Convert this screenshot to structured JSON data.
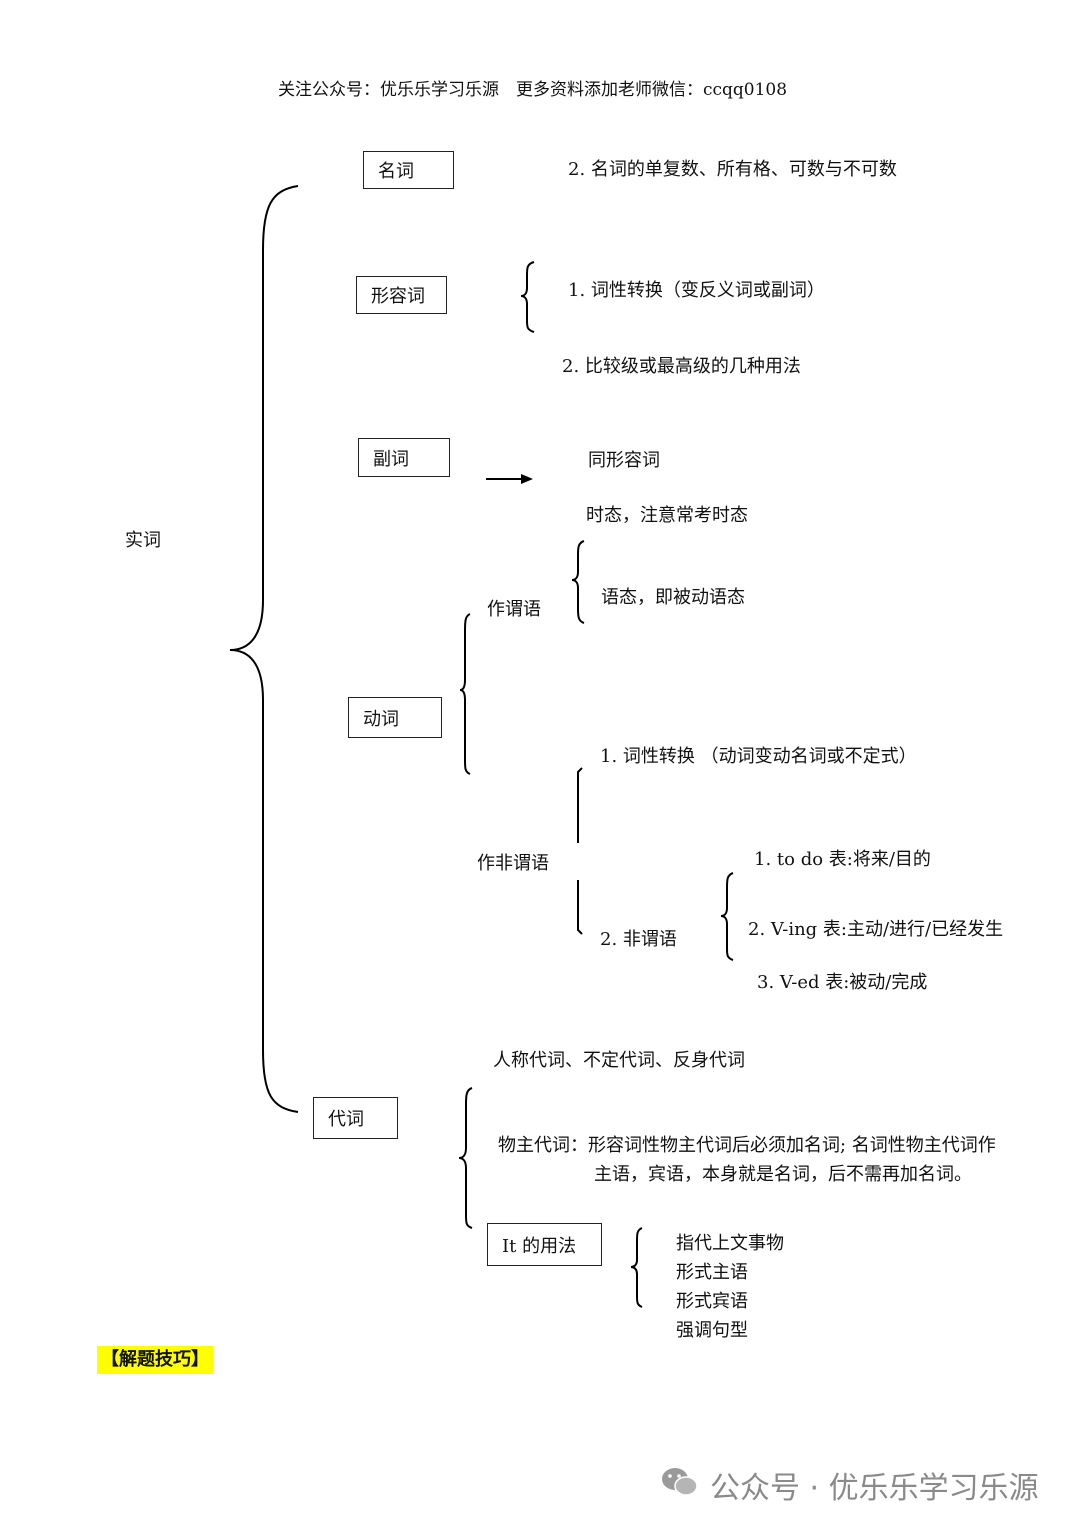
{
  "header": "关注公众号：优乐乐学习乐源　更多资料添加老师微信：ccqq0108",
  "root": "实词",
  "noun": {
    "label": "名词",
    "item": "2. 名词的单复数、所有格、可数与不可数"
  },
  "adjective": {
    "label": "形容词",
    "item1": "1. 词性转换（变反义词或副词）",
    "item2": "2. 比较级或最高级的几种用法"
  },
  "adverb": {
    "label": "副词",
    "note": "同形容词"
  },
  "verb": {
    "label": "动词",
    "predicate": {
      "label": "作谓语",
      "tense": "时态，注意常考时态",
      "voice": "语态，即被动语态"
    },
    "non_predicate": {
      "label": "作非谓语",
      "item1": "1. 词性转换 （动词变动名词或不定式）",
      "item2": "2. 非谓语",
      "forms": [
        "1. to do 表:将来/目的",
        "2. V-ing 表:主动/进行/已经发生",
        "3. V-ed 表:被动/完成"
      ]
    }
  },
  "pronoun": {
    "label": "代词",
    "types": "人称代词、不定代词、反身代词",
    "possessive_line1": "物主代词：形容词性物主代词后必须加名词; 名词性物主代词作",
    "possessive_line2": "主语，宾语，本身就是名词，后不需再加名词。",
    "it_usage": {
      "label": "It 的用法",
      "items": [
        "指代上文事物",
        "形式主语",
        "形式宾语",
        "强调句型"
      ]
    }
  },
  "tips_label": "【解题技巧】",
  "watermark": "公众号 · 优乐乐学习乐源"
}
